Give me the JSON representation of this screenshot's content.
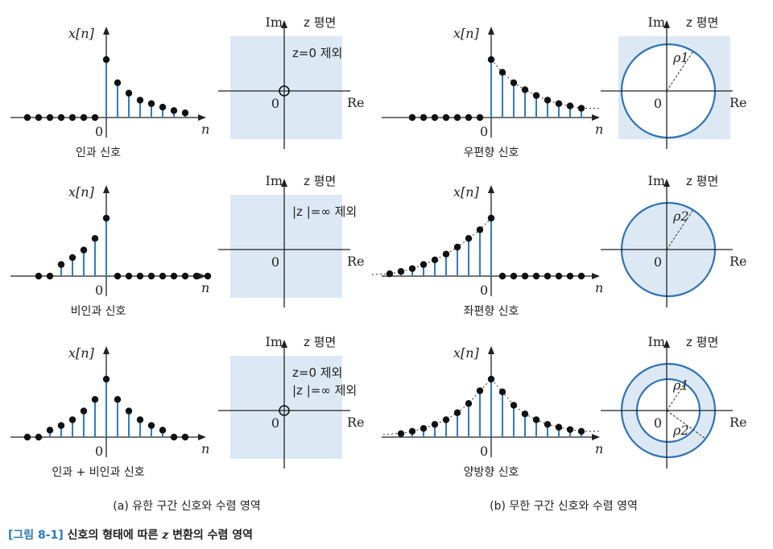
{
  "colors": {
    "stem": "#2f7dbf",
    "region": "#dce9f5",
    "circle": "#2f72b4",
    "dot": "#111111",
    "title_accent": "#2a7ab8"
  },
  "axis_symbols": {
    "signal_y": "x[n]",
    "time_axis": "n",
    "origin": "0",
    "imag": "Im",
    "real": "Re"
  },
  "plane_label": "z 평면",
  "panels": [
    {
      "signal_caption": "인과 신호",
      "signal_values": [
        0,
        0,
        0,
        0,
        0,
        0,
        0,
        1,
        0.6,
        0.42,
        0.3,
        0.24,
        0.18,
        0.12,
        0.08
      ],
      "region_type": "plane",
      "region_notes": [
        "z=0 제외"
      ],
      "origin_marker": true,
      "rho_labels": []
    },
    {
      "signal_caption": "우편향 신호",
      "signal_values": [
        0,
        0,
        0,
        0,
        0,
        0,
        0,
        1,
        0.78,
        0.6,
        0.48,
        0.38,
        0.3,
        0.24,
        0.2,
        0.16
      ],
      "region_type": "exterior",
      "region_notes": [],
      "origin_marker": false,
      "rho_labels": [
        "ρ1"
      ]
    },
    {
      "signal_caption": "비인과 신호",
      "signal_values": [
        0,
        0,
        0.2,
        0.32,
        0.45,
        0.65,
        1,
        0,
        0,
        0,
        0,
        0,
        0,
        0,
        0,
        0
      ],
      "region_type": "plane",
      "region_notes": [
        "|z |=∞ 제외"
      ],
      "origin_marker": false,
      "rho_labels": []
    },
    {
      "signal_caption": "좌편향 신호",
      "signal_values": [
        0.04,
        0.08,
        0.13,
        0.2,
        0.28,
        0.38,
        0.5,
        0.65,
        0.8,
        1,
        0,
        0,
        0,
        0,
        0,
        0,
        0,
        0
      ],
      "region_type": "interior",
      "region_notes": [],
      "origin_marker": false,
      "rho_labels": [
        "ρ2"
      ]
    },
    {
      "signal_caption": "인과 + 비인과 신호",
      "signal_values": [
        0,
        0,
        0.12,
        0.2,
        0.3,
        0.45,
        0.65,
        1,
        0.65,
        0.45,
        0.3,
        0.2,
        0.12,
        0,
        0
      ],
      "region_type": "plane",
      "region_notes": [
        "z=0 제외",
        "|z |=∞ 제외"
      ],
      "origin_marker": true,
      "rho_labels": []
    },
    {
      "signal_caption": "양방향 신호",
      "signal_values": [
        0.06,
        0.1,
        0.15,
        0.22,
        0.3,
        0.42,
        0.58,
        0.8,
        1,
        0.78,
        0.55,
        0.4,
        0.3,
        0.22,
        0.17,
        0.13,
        0.1
      ],
      "region_type": "annulus",
      "region_notes": [],
      "origin_marker": false,
      "rho_labels": [
        "ρ1",
        "ρ2"
      ]
    }
  ],
  "subcaptions": [
    "(a) 유한 구간 신호와 수렴 영역",
    "(b) 무한 구간 신호와 수렴 영역"
  ],
  "figure_title": {
    "number": "[그림 8-1]",
    "text_before": "신호의 형태에 따른",
    "variable": "z",
    "text_after": "변환의 수렴 영역"
  }
}
